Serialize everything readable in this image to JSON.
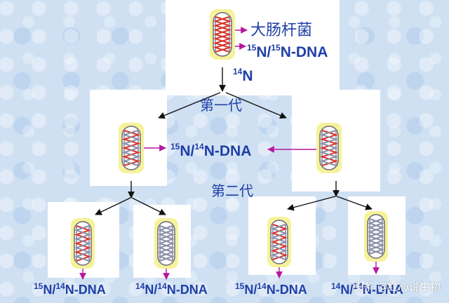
{
  "top": {
    "organism": "大肠杆菌",
    "dna_label": {
      "iso_a": "15",
      "a": "N/",
      "iso_b": "15",
      "b": "N-DNA"
    },
    "medium": {
      "iso": "14",
      "element": "N"
    }
  },
  "gen1": {
    "title": "第一代",
    "dna_label": {
      "iso_a": "15",
      "a": "N/",
      "iso_b": "14",
      "b": "N-DNA"
    }
  },
  "gen2": {
    "title": "第二代",
    "labels": [
      {
        "iso_a": "15",
        "a": "N/",
        "iso_b": "14",
        "b": "N-DNA"
      },
      {
        "iso_a": "14",
        "a": "N/",
        "iso_b": "14",
        "b": "N-DNA"
      },
      {
        "iso_a": "15",
        "a": "N/",
        "iso_b": "14",
        "b": "N-DNA"
      },
      {
        "iso_a": "14",
        "a": "N/",
        "iso_b": "14",
        "b": "N-DNA"
      }
    ]
  },
  "watermark": "头条 @红心说生物",
  "colors": {
    "heavy_strand": "#d9342b",
    "light_strand": "#8a8fa8",
    "arrow_pointer": "#b6179f",
    "label_text": "#1f3fa6",
    "capsule_glow": "#f6f29a"
  },
  "icons": {
    "watermark": "toutiao-logo-icon"
  }
}
